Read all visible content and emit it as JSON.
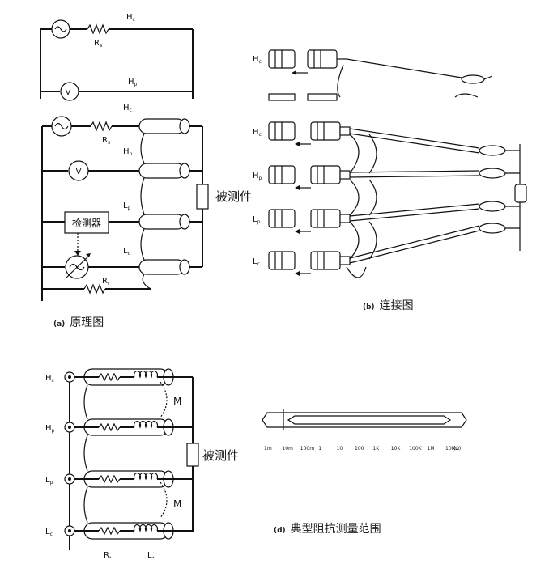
{
  "panel_a": {
    "caption_tag": "(a)",
    "caption": "原理图",
    "top_circuit": {
      "hc": "H",
      "hc_sub": "c",
      "rs": "R",
      "rs_sub": "s",
      "hp": "H",
      "hp_sub": "p",
      "voltmeter": "V"
    },
    "hc": "H",
    "hc_sub": "c",
    "rs": "R",
    "rs_sub": "s",
    "hp": "H",
    "hp_sub": "p",
    "lp": "L",
    "lp_sub": "p",
    "lc": "L",
    "lc_sub": "c",
    "rr": "R",
    "rr_sub": "r",
    "voltmeter": "V",
    "detector": "检测器",
    "dut": "被测件"
  },
  "panel_b": {
    "caption_tag": "(b)",
    "caption": "连接图",
    "terminals": [
      {
        "main": "H",
        "sub": "c"
      },
      {
        "main": "H",
        "sub": "p"
      },
      {
        "main": "L",
        "sub": "p"
      },
      {
        "main": "L",
        "sub": "c"
      }
    ],
    "top_terminal": {
      "main": "H",
      "sub": "c"
    }
  },
  "panel_c": {
    "terminals": [
      {
        "main": "H",
        "sub": "c"
      },
      {
        "main": "H",
        "sub": "p"
      },
      {
        "main": "L",
        "sub": "p"
      },
      {
        "main": "L",
        "sub": "c"
      }
    ],
    "mutual_label_1": "M",
    "mutual_label_2": "M",
    "r_label": "R.",
    "l_label": "L.",
    "dut": "被测件"
  },
  "panel_d": {
    "caption_tag": "(d)",
    "caption": "典型阻抗测量范围",
    "scale_ticks": [
      "1m",
      "10m",
      "100m",
      "1",
      "10",
      "100",
      "1K",
      "10K",
      "100K",
      "1M",
      "10M"
    ],
    "unit": "(Ω)"
  },
  "colors": {
    "ink": "#111111",
    "background": "#ffffff"
  }
}
